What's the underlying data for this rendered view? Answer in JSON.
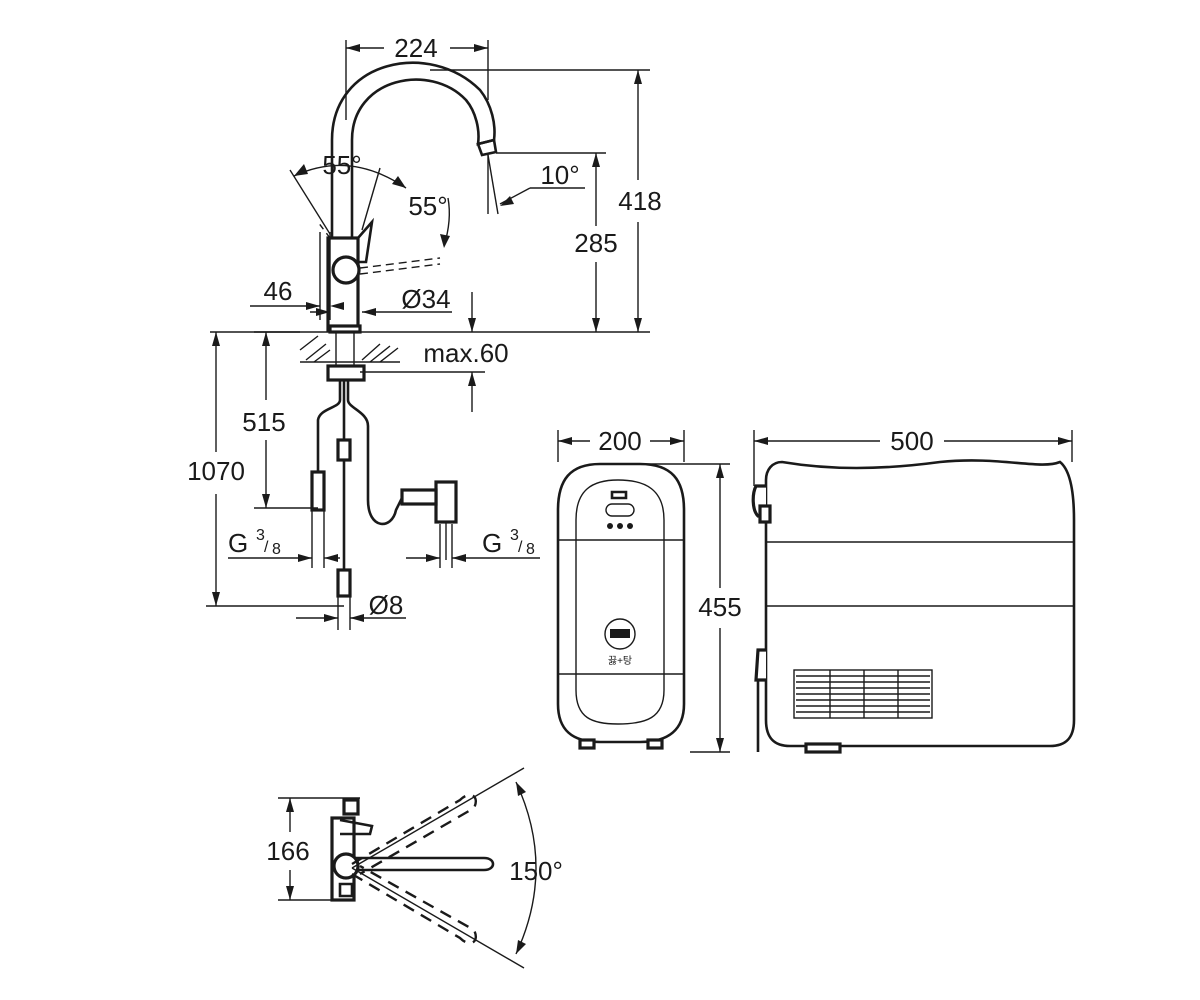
{
  "dimensions": {
    "spout_reach": "224",
    "total_height": "418",
    "spout_height": "285",
    "lever_angle_left": "55°",
    "lever_angle_right": "55°",
    "spout_tilt": "10°",
    "lever_offset": "46",
    "base_diameter": "Ø34",
    "deck_thickness": "max.60",
    "hose_length": "515",
    "total_length": "1070",
    "thread_left_g": "G",
    "thread_left_frac_num": "3",
    "thread_left_frac_den": "8",
    "thread_right_g": "G",
    "thread_right_frac_num": "3",
    "thread_right_frac_den": "8",
    "pipe_diameter": "Ø8",
    "unit_depth": "200",
    "unit_width": "500",
    "unit_height": "455",
    "top_view_depth": "166",
    "swivel_angle": "150°"
  },
  "boiler": {
    "button_label": "끓+탕"
  }
}
